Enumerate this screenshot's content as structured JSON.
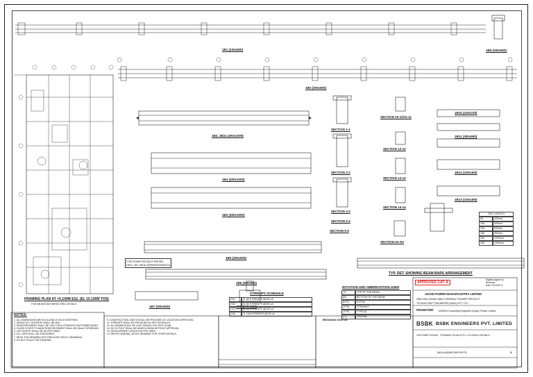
{
  "drawing": {
    "plan_title": "FRAMING PLAN AT +5.100M EGL (EL 10.100M TOS)",
    "plan_subtitle": "FOR BEAMS BETWEEN GRID DETAILS",
    "beams": [
      {
        "id": "b1",
        "label": "1B1 (230x600)"
      },
      {
        "id": "b2",
        "label": "1B3 (300x600)"
      },
      {
        "id": "b3",
        "label": "1B2, 1B2a (400x1000)"
      },
      {
        "id": "b4",
        "label": "1B4 (400x1000)"
      },
      {
        "id": "b5",
        "label": "1B4 (400x1000)"
      },
      {
        "id": "b6",
        "label": "1B5 (300x600)"
      },
      {
        "id": "b7",
        "label": "1B6 (300x600)"
      },
      {
        "id": "b8",
        "label": "1B7 (300x600)"
      },
      {
        "id": "b9",
        "label": "1B8 (300x600)"
      },
      {
        "id": "b10",
        "label": "1B9 (300x600)"
      },
      {
        "id": "b11",
        "label": "1B10 (230x230)"
      },
      {
        "id": "b12",
        "label": "1B11 (300x600)"
      },
      {
        "id": "b13",
        "label": "1B12 (230x400)"
      },
      {
        "id": "b14",
        "label": "1B13 (230x400)"
      }
    ],
    "sections": [
      {
        "id": "s1",
        "label": "SECTION 1-1"
      },
      {
        "id": "s2",
        "label": "SECTION 2-2"
      },
      {
        "id": "s3",
        "label": "SECTION 3-3"
      },
      {
        "id": "s4",
        "label": "SECTION 4-4"
      },
      {
        "id": "s5",
        "label": "SECTION 5-5"
      },
      {
        "id": "s6",
        "label": "SECTION 10-10/11-11"
      },
      {
        "id": "s7",
        "label": "SECTION 12-12"
      },
      {
        "id": "s8",
        "label": "SECTION 13-13"
      },
      {
        "id": "s9",
        "label": "SECTION 14-14"
      },
      {
        "id": "s10",
        "label": "SECTION 5A-5A"
      }
    ],
    "typ_detail": "TYP. DET. SHOWING BEAM BARS ARRANGEMENT",
    "pump_note": "FOR PUMP DETAILS REFER\nDRG. NO. BK/A.A/RM/ES/SDR/214",
    "schedule_title": "STIRRUPS SCHEDULE",
    "schedule_rows": [
      {
        "mark": "(S1)",
        "desc": "2L 8# STIRRUPS @150 c/c"
      },
      {
        "mark": "(S2)",
        "desc": "2L 8# STIRRUPS @100 c/c"
      },
      {
        "mark": "(S3)",
        "desc": "2L 8# STIRRUPS @125 c/c"
      },
      {
        "mark": "(S4)",
        "desc": "2L 10# STIRRUPS @100 c/c"
      }
    ],
    "abbrev_title": "NOTATION AND ABBREVIATION USED",
    "abbrev_rows": [
      {
        "k": "(T)",
        "v": "TOP OF THE BEAM"
      },
      {
        "k": "(B)",
        "v": "BOTTOM OF THE BEAM"
      },
      {
        "k": "(EXT)",
        "v": "EXTRA"
      },
      {
        "k": "(STR)",
        "v": "STRAIGHT"
      },
      {
        "k": "(TYP)",
        "v": "TYPICAL"
      },
      {
        "k": "(C)",
        "v": "CENTRE"
      }
    ],
    "lap_table_title": "DEV. LENGTH",
    "lap_rows": [
      {
        "d": "8#",
        "l": "400mm"
      },
      {
        "d": "10#",
        "l": "500mm"
      },
      {
        "d": "12#",
        "l": "600mm"
      },
      {
        "d": "16#",
        "l": "800mm"
      },
      {
        "d": "20#",
        "l": "1000mm"
      },
      {
        "d": "25#",
        "l": "1250mm"
      }
    ],
    "notes_title": "NOTES:",
    "notes_left": "1. ALL DIMENSIONS ARE IN mm AND LEVELS IN METRES.\n2. GRADE OF CONCRETE SHALL BE M25.\n3. REINFORCEMENT SHALL BE HIGH YIELD STRENGTH DEFORMED BARS.\n4. CLEAR COVER TO MAIN REINFORCEMENT SHALL BE 40mm FOR BEAMS.\n5. LAP LENGTH SHALL BE AS PER TABLE.\n6. ALL LAPS SHALL BE STAGGERED.\n7. READ THIS DRAWING WITH RELEVANT ARCH. DRAWINGS.\n8. DO NOT SCALE THE DRAWING.",
    "notes_mid": "9. CONSTRUCTION JOINTS SHALL BE PROVIDED AT LOCATIONS APPROVED.\n10. STIRRUPS SHALL BE PROVIDED AS PER SCHEDULE.\n11. ALL BEAMS SHALL BE CAST MONOLITHIC WITH SLAB.\n12. NO CUTOUT SHALL BE MADE IN BEAM WITHOUT APPROVAL.\n13. DEVELOPMENT LENGTH AS PER TABLE.\n14. REFER GENERAL NOTES DRAWING FOR OTHER DETAILS."
  },
  "title_block": {
    "status_label": "APPROVED CAT. A",
    "client": "ADANI POWER MAHARASHTRA LIMITED",
    "project": "3300 MW (5X660 MW) THERMAL POWER PROJECT",
    "consultant": "TECHNOCRAFT ENGINEERS (INDIA) PVT. LTD.",
    "promoter": "PROMOTER",
    "consultant2": "DESEIN Consulting Engineers (India) Private Limited",
    "company": "BSBK ENGINEERS PVT. LIMITED",
    "company_short": "BSBK",
    "drawing_title": "CW PUMP HOUSE - FRAMING PLAN AT EL +5.100M & DETAILS",
    "drawing_no": "BK/A.A/RM/CW/PH/275",
    "rev": "3",
    "revision_status": "REVISION STATUS",
    "digital_sign": "Digitally signed by\nReviewer\nDate: 2010.08.12"
  }
}
